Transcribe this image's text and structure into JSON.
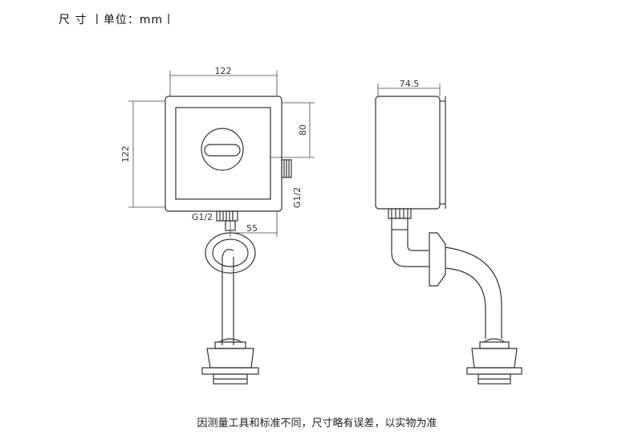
{
  "header": {
    "title": "尺 寸 丨单位：mm丨"
  },
  "front_view": {
    "width_label": "122",
    "height_label": "122",
    "inner_height_label": "80",
    "side_thread_label": "G1/2",
    "bottom_thread_label": "G1/2",
    "outlet_offset_label": "55"
  },
  "side_view": {
    "depth_label": "74.5"
  },
  "footer": {
    "note": "因测量工具和标准不同，尺寸略有误差，以实物为准"
  }
}
